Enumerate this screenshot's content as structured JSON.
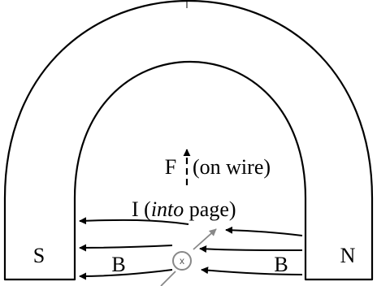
{
  "labels": {
    "south_pole": "S",
    "north_pole": "N",
    "field_left": "B",
    "field_right": "B",
    "force": "F",
    "force_note": "(on wire)",
    "current_prefix": "I (",
    "current_emph": "into",
    "current_suffix": " page)",
    "wire_symbol": "x"
  },
  "colors": {
    "ink": "#000000",
    "wire": "#888888",
    "background": "#ffffff"
  }
}
